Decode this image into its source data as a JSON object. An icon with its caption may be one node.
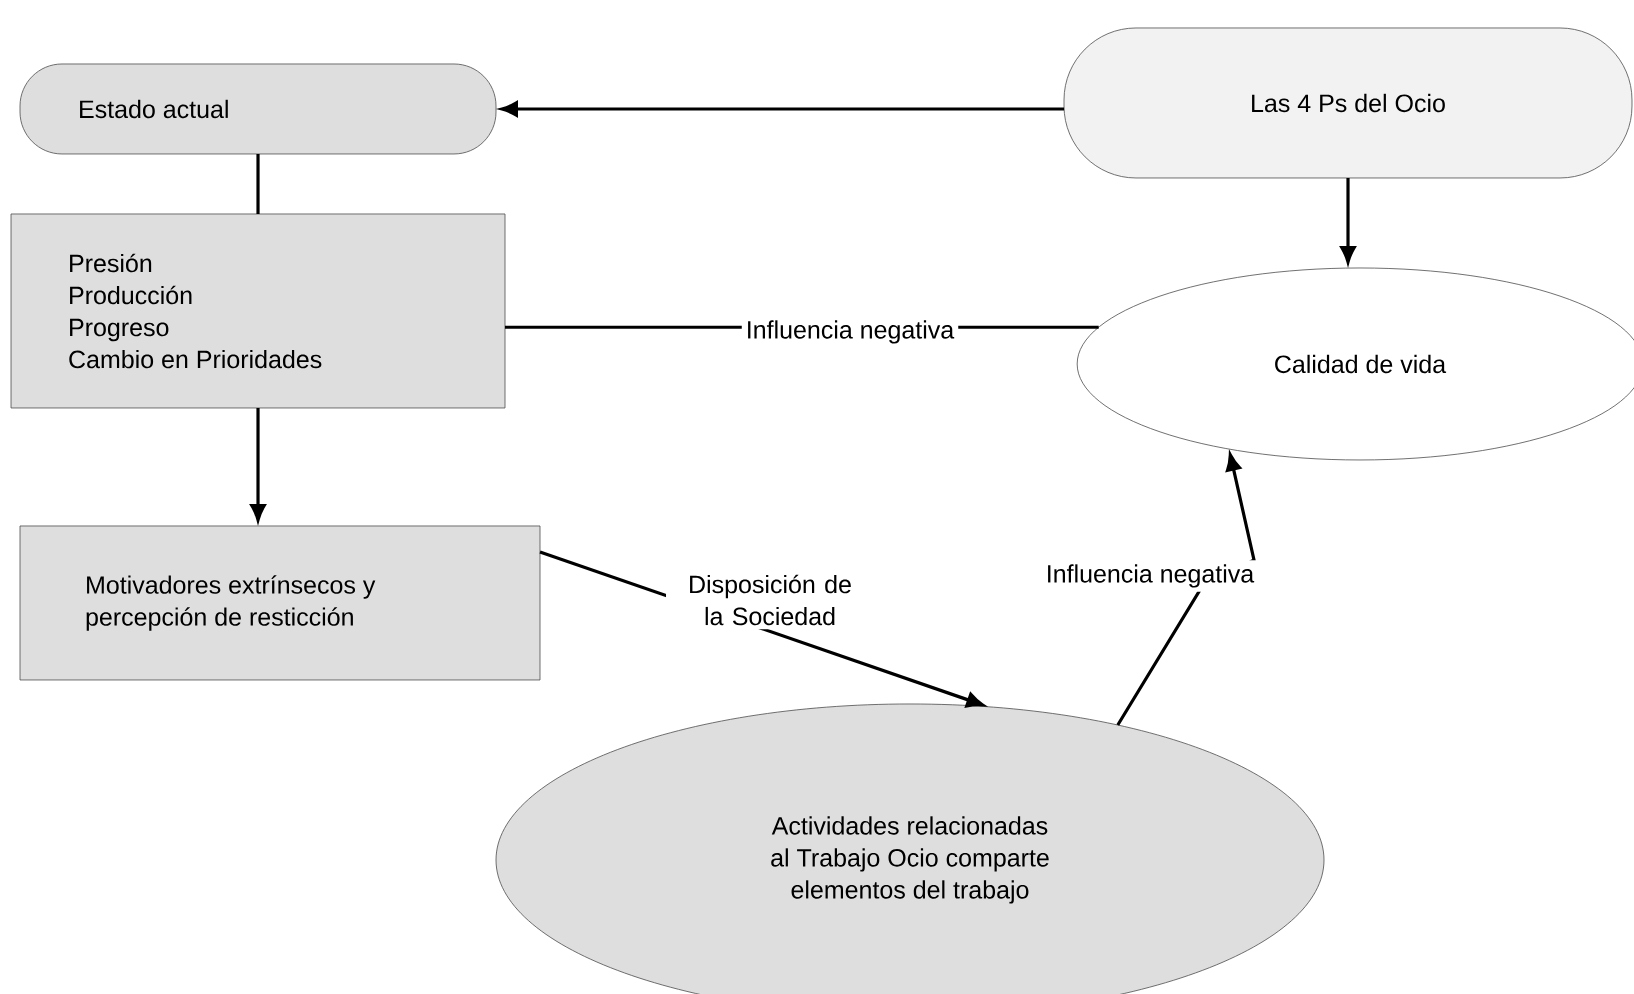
{
  "diagram": {
    "nodes": [
      {
        "text": [
          "Estado actual"
        ]
      },
      {
        "text": [
          "Las 4 Ps del Ocio"
        ]
      },
      {
        "text": [
          "Presión",
          "Producción",
          "Progreso",
          "Cambio en Prioridades"
        ]
      },
      {
        "text": [
          "Calidad de vida"
        ]
      },
      {
        "text": [
          "Motivadores extrínsecos y percepción de resticción"
        ]
      },
      {
        "text": [
          "Actividades relacionadas al Trabajo Ocio comparte elementos del trabajo"
        ]
      }
    ],
    "edges": [
      {
        "from": 1,
        "to": 0,
        "arrow": "to"
      },
      {
        "from": 0,
        "to": 2,
        "arrow": "none"
      },
      {
        "from": 2,
        "to": 4,
        "arrow": "to"
      },
      {
        "from": 1,
        "to": 3,
        "arrow": "to"
      },
      {
        "from": 2,
        "to": 3,
        "arrow": "none",
        "label": "Influencia negativa"
      },
      {
        "from": 4,
        "to": 5,
        "arrow": "to",
        "label": "Disposición de la Sociedad"
      },
      {
        "from": 5,
        "to": 3,
        "arrow": "to",
        "label": "Influencia negativa"
      }
    ]
  }
}
